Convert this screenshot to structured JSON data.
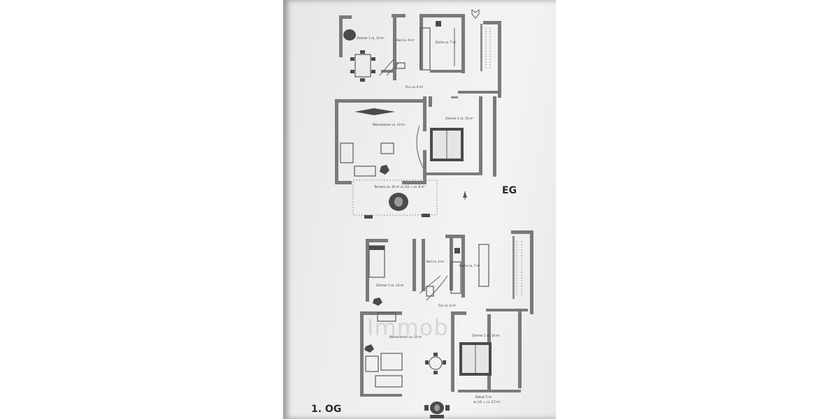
{
  "floors": {
    "eg": {
      "label": "EG",
      "rooms": {
        "zimmer1": "Zimmer 1 ca. 14 m²",
        "bad": "Bad ca. 4 m²",
        "kueche": "Küche ca. 7 m²",
        "flur": "Flur ca. 6 m²",
        "wohnzimmer": "Wohnzimmer ca. 24 m²",
        "zimmer2": "Zimmer 2 ca. 16 m²",
        "terrasse": "Terrasse ca. 16 m² zu 1/2 = ca. 8 m²"
      }
    },
    "og": {
      "label": "1. OG",
      "rooms": {
        "zimmer1": "Zimmer 1 ca. 14 m²",
        "bad": "Bad ca. 4 m²",
        "kueche": "Küche ca. 7 m²",
        "flur": "Flur ca. 6 m²",
        "wohnzimmer": "Wohnzimmer ca. 24 m²",
        "zimmer2": "Zimmer 2 ca. 16 m²",
        "balkon": "Balkon 5 m²",
        "balkon_note": "zu 1/2 = ca. 2,5 m²"
      }
    }
  },
  "watermark": "Immob"
}
